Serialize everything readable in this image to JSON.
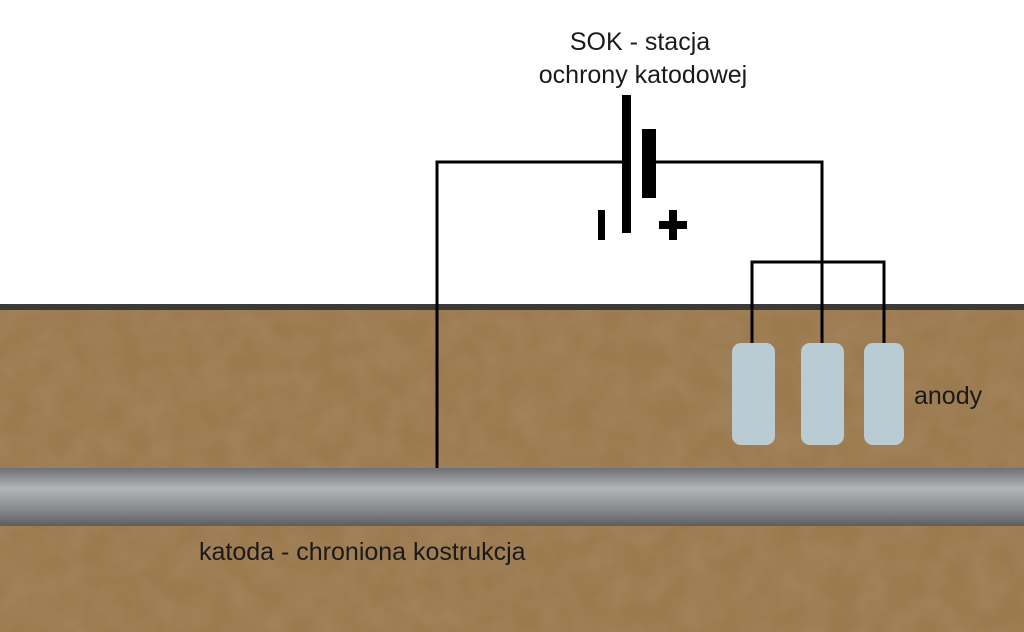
{
  "station": {
    "title_line1": "SOK - stacja",
    "title_line2": "ochrony katodowej",
    "minus_symbol": "–",
    "plus_symbol": "+"
  },
  "anodes": {
    "label": "anody",
    "count": 3
  },
  "cathode": {
    "label": "katoda - chroniona kostrukcja"
  },
  "colors": {
    "soil": "#9c7a4f",
    "soil_dark": "#8a6840",
    "ground_line": "#3a3a3a",
    "pipe": "#8e8f93",
    "anode": "#b9cbd3",
    "wire": "#000000"
  }
}
